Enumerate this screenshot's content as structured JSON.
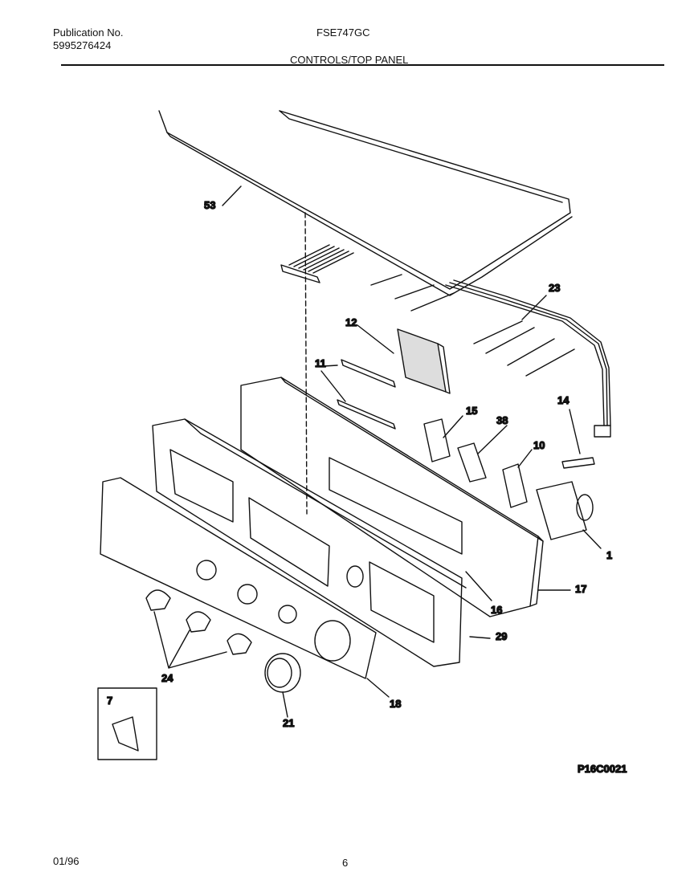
{
  "header": {
    "publication_label": "Publication No.",
    "publication_number": "5995276424",
    "model": "FSE747GC",
    "section_title": "CONTROLS/TOP PANEL"
  },
  "callouts": {
    "c53": "53",
    "c23": "23",
    "c12": "12",
    "c11": "11",
    "c14": "14",
    "c15": "15",
    "c38": "38",
    "c10": "10",
    "c1": "1",
    "c17": "17",
    "c16": "16",
    "c29": "29",
    "c24": "24",
    "c18": "18",
    "c21": "21",
    "c7": "7"
  },
  "diagram_id": "P16C0021",
  "footer": {
    "date": "01/96",
    "page": "6"
  }
}
